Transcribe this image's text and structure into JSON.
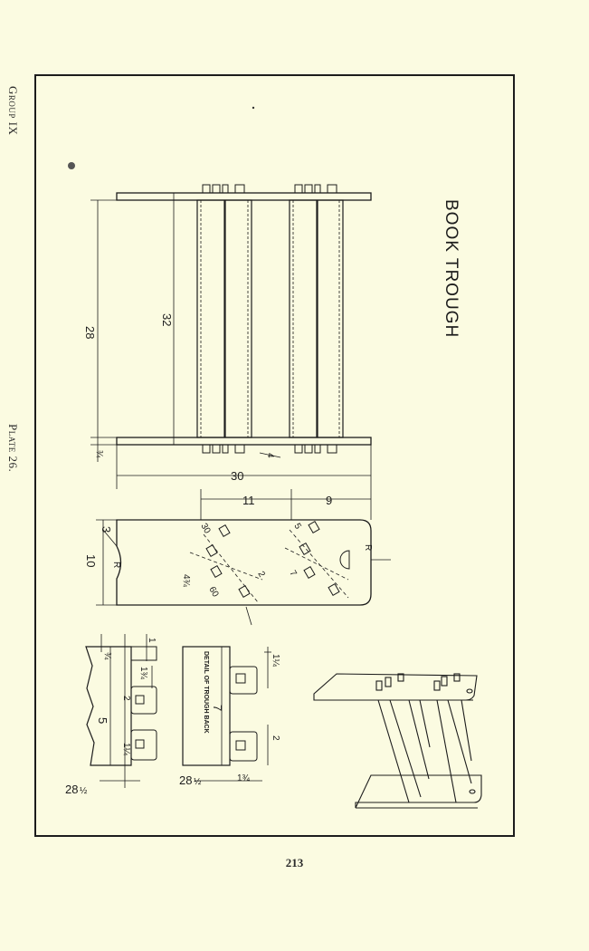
{
  "page": {
    "group_label": "Group IX",
    "plate_label": "Plate 26.",
    "page_number": "213"
  },
  "drawing": {
    "title": "BOOK TROUGH",
    "detail_label": "DETAIL OF TROUGH BACK",
    "dimensions": {
      "d28": "28",
      "d32": "32",
      "d30": "30",
      "d11": "11",
      "d9": "9",
      "d10": "10",
      "d3": "3",
      "d5": "5",
      "d7": "7",
      "d2": "2",
      "d4": "4",
      "d60": "60",
      "d30deg": "30",
      "dR": "R",
      "d1": "1",
      "d28half_a": "28",
      "d28half_b": "28",
      "frac_half": "½",
      "frac_quarter": "¼",
      "frac_three_quarter": "¾",
      "d1_3_4": "1¾",
      "d1_1_4": "1¼",
      "d4_3_4": "4¾"
    }
  }
}
